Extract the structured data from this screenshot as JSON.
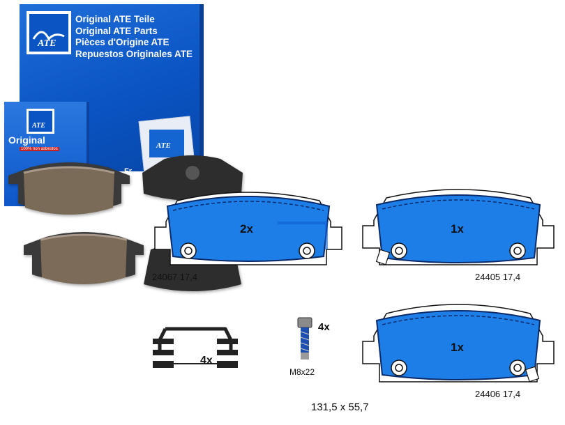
{
  "box": {
    "line1": "Original ATE Teile",
    "line2": "Original ATE Parts",
    "line3": "Pièces d'Origine ATE",
    "line4": "Repuestos Originales ATE",
    "small_label": "Original",
    "small_sub": "100% non asbestos",
    "fr": "Fr"
  },
  "diagrams": {
    "pad1": {
      "qty": "2x",
      "code": "24067 17,4"
    },
    "pad2": {
      "qty": "1x",
      "code": "24405 17,4"
    },
    "pad3": {
      "qty": "1x",
      "code": "24406 17,4"
    }
  },
  "accessories": {
    "clip_qty": "4x",
    "bolt_qty": "4x",
    "bolt_size": "M8x22"
  },
  "dimensions": "131,5 x 55,7",
  "colors": {
    "ate_blue": "#0a54c4",
    "pad_blue": "#1e7ee8",
    "pad_dark": "#6b5b4a"
  }
}
